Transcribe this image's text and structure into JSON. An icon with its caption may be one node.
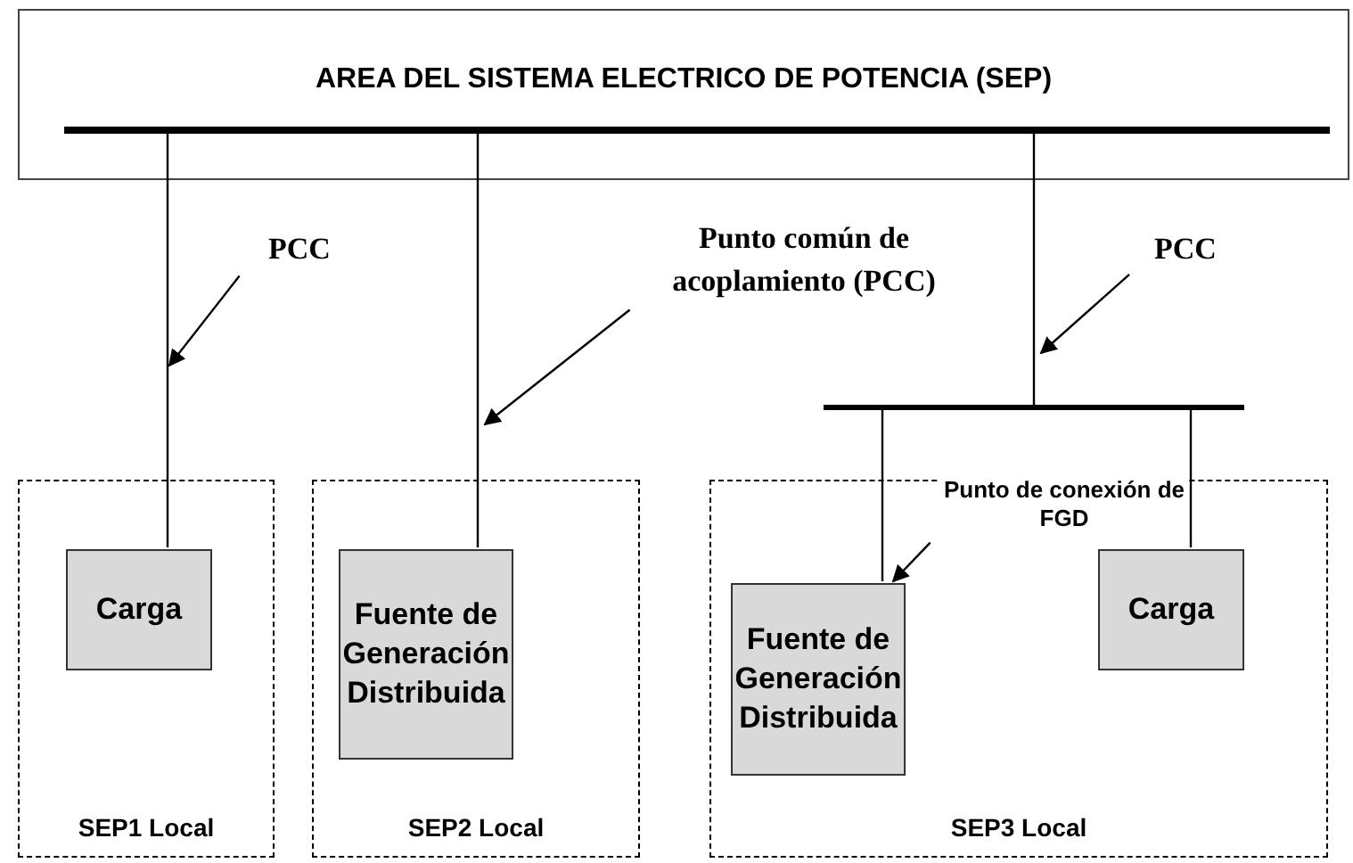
{
  "diagram": {
    "nodes": [
      {
        "text": [
          "AREA DEL SISTEMA ELECTRICO DE POTENCIA (SEP)"
        ]
      },
      {
        "text": [],
        "shape": "bar",
        "in": 0
      },
      {
        "text": [
          "PCC"
        ]
      },
      {
        "text": [
          "Punto común de acoplamiento (PCC)"
        ]
      },
      {
        "text": [
          "PCC"
        ]
      },
      {
        "text": [],
        "shape": "bar"
      },
      {
        "text": [
          "SEP1 Local"
        ]
      },
      {
        "text": [
          "Carga"
        ],
        "in": 6
      },
      {
        "text": [
          "SEP2 Local"
        ]
      },
      {
        "text": [
          "Fuente de Generación Distribuida"
        ],
        "in": 8
      },
      {
        "text": [
          "SEP3 Local"
        ]
      },
      {
        "text": [
          "Punto de conexión de FGD"
        ],
        "in": 10
      },
      {
        "text": [
          "Fuente de Generación Distribuida"
        ],
        "in": 10
      },
      {
        "text": [
          "Carga"
        ],
        "in": 10
      }
    ],
    "edges": [
      {
        "from": 1,
        "to": 7,
        "arrow": "none"
      },
      {
        "from": 1,
        "to": 9,
        "arrow": "none"
      },
      {
        "from": 1,
        "to": 5,
        "arrow": "none"
      },
      {
        "from": 5,
        "to": 12,
        "arrow": "none"
      },
      {
        "from": 5,
        "to": 13,
        "arrow": "none"
      },
      {
        "from": 2,
        "to": null,
        "arrow": "to"
      },
      {
        "from": 3,
        "to": null,
        "arrow": "to"
      },
      {
        "from": 4,
        "to": null,
        "arrow": "to"
      },
      {
        "from": 11,
        "to": 12,
        "arrow": "to"
      }
    ]
  }
}
